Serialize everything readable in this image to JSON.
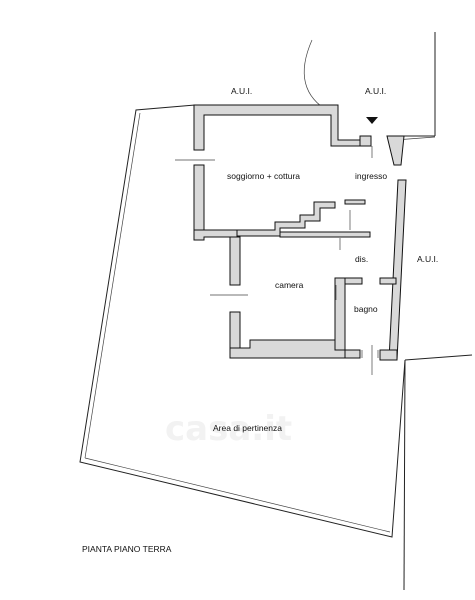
{
  "plan": {
    "title": "PIANTA PIANO TERRA",
    "aui_labels": [
      "A.U.I.",
      "A.U.I.",
      "A.U.I."
    ],
    "rooms": {
      "living": "soggiorno + cottura",
      "entrance": "ingresso",
      "hall": "dis.",
      "bedroom": "camera",
      "bathroom": "bagno",
      "outdoor": "Area di pertinenza"
    },
    "watermark": "casa.it"
  }
}
